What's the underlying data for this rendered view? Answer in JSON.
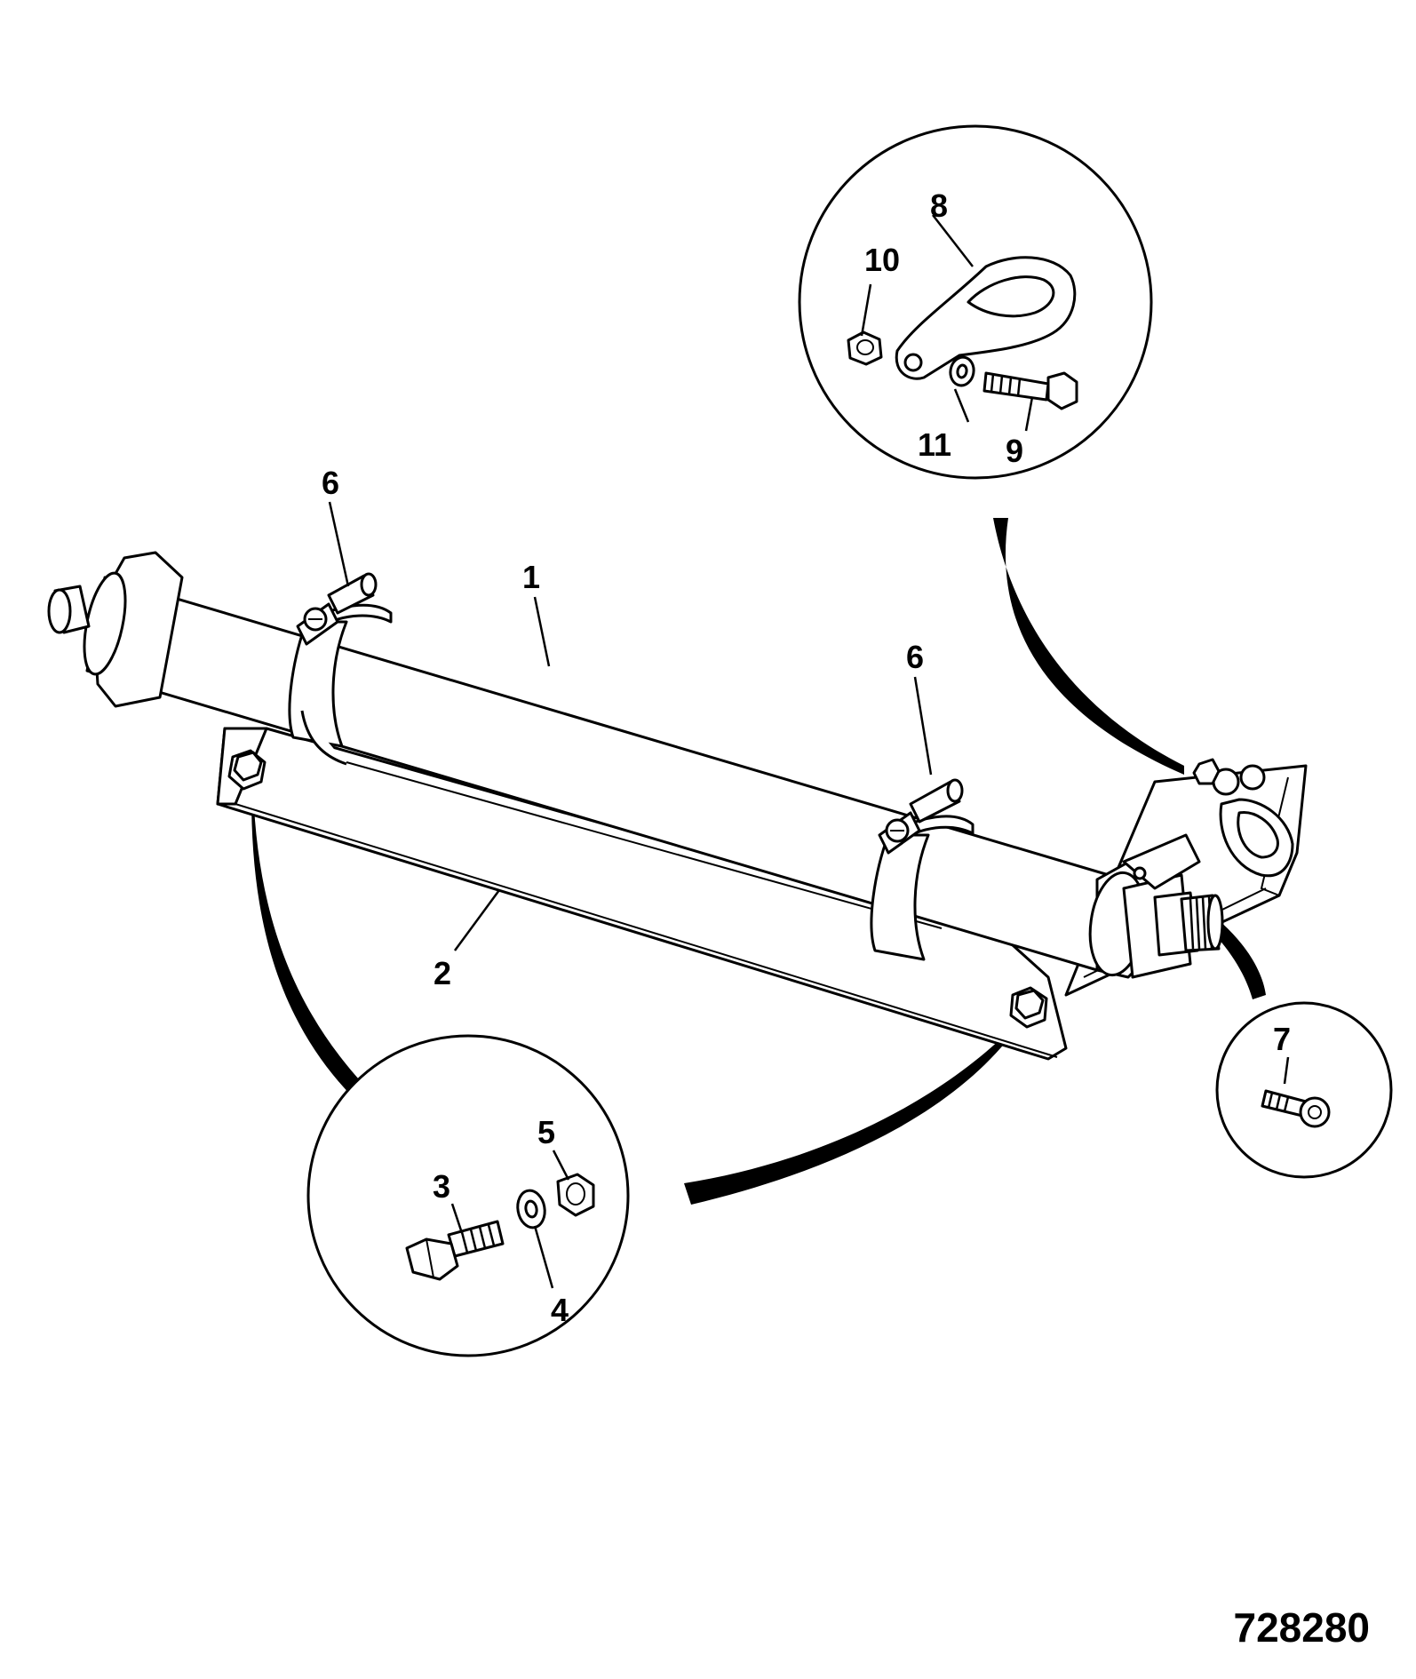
{
  "diagram": {
    "callouts": {
      "c1": "1",
      "c2": "2",
      "c3": "3",
      "c4": "4",
      "c5": "5",
      "c6a": "6",
      "c6b": "6",
      "c7": "7",
      "c8": "8",
      "c9": "9",
      "c10": "10",
      "c11": "11"
    },
    "drawing_number": "728280"
  }
}
